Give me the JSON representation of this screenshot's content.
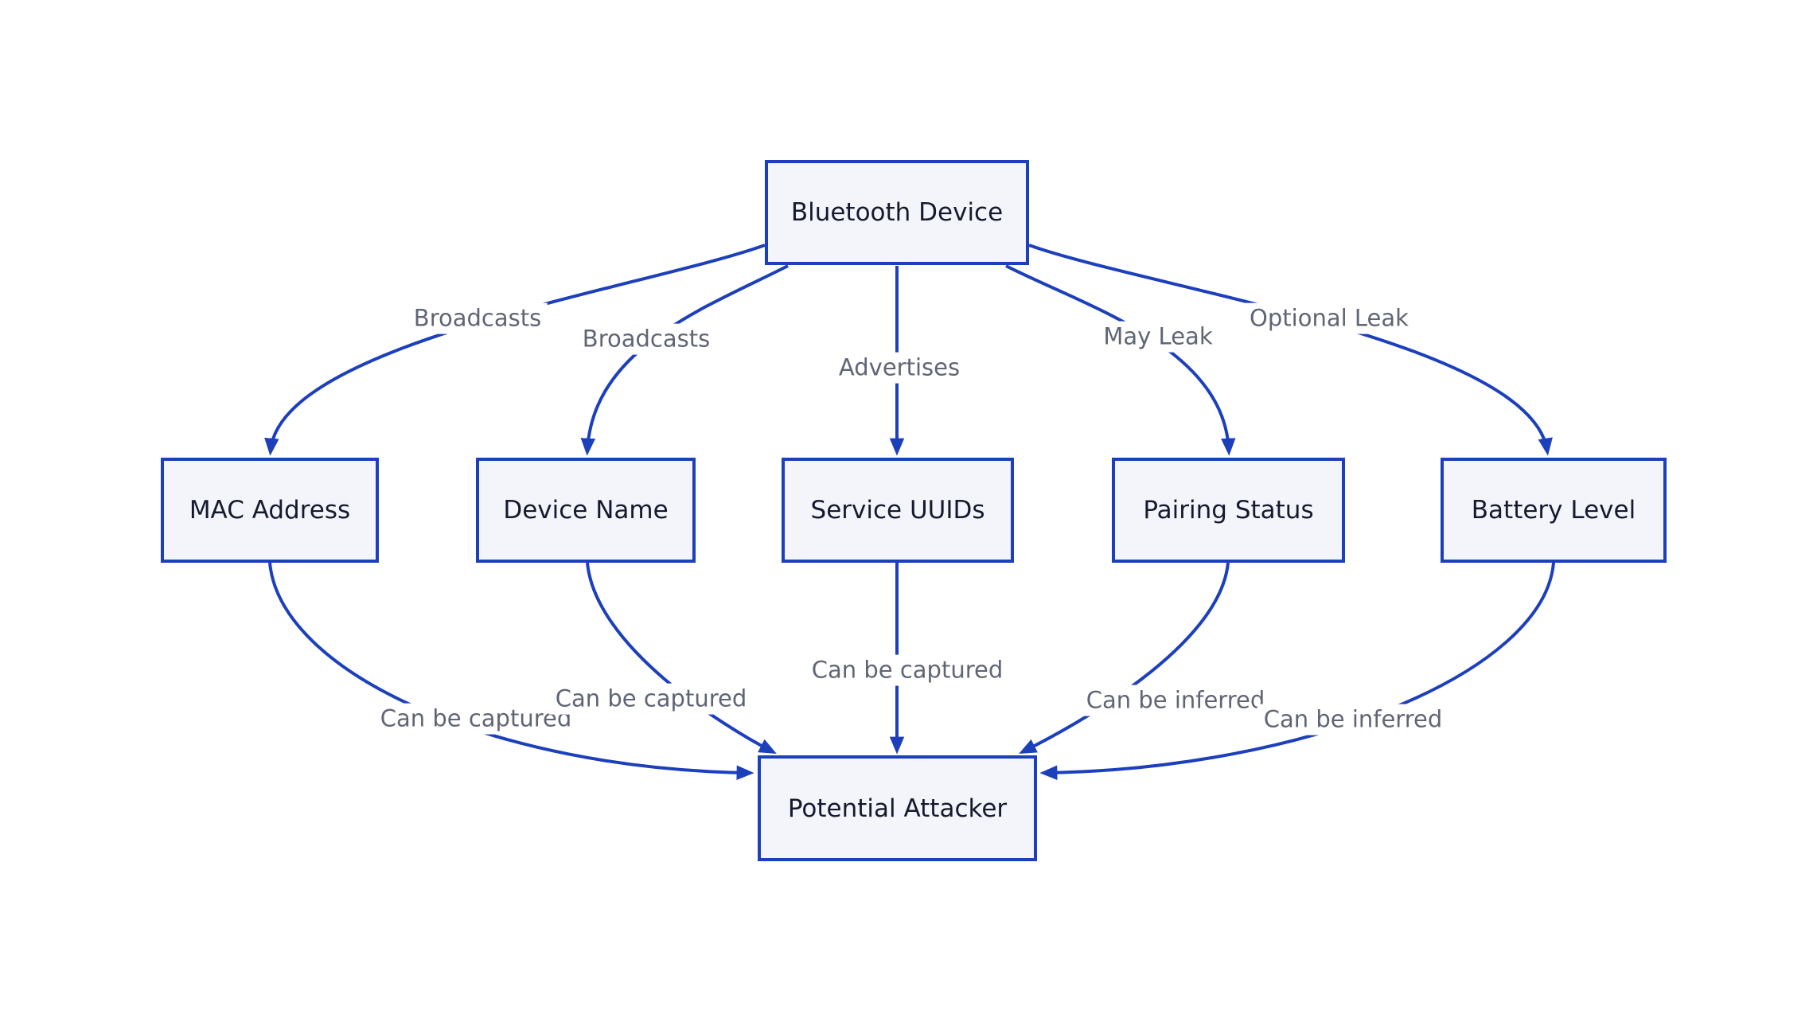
{
  "diagram": {
    "type": "flowchart",
    "background": "#ffffff",
    "colors": {
      "node_fill": "#f3f5fb",
      "node_border": "#1c3fbc",
      "edge_line": "#1c3fbc",
      "node_text": "#161a2e",
      "edge_label_text": "#606575",
      "edge_label_background": "#ffffff"
    },
    "nodes": [
      {
        "id": "bluetooth_device",
        "label": "Bluetooth Device"
      },
      {
        "id": "mac_address",
        "label": "MAC Address"
      },
      {
        "id": "device_name",
        "label": "Device Name"
      },
      {
        "id": "service_uuids",
        "label": "Service UUIDs"
      },
      {
        "id": "pairing_status",
        "label": "Pairing Status"
      },
      {
        "id": "battery_level",
        "label": "Battery Level"
      },
      {
        "id": "potential_attacker",
        "label": "Potential Attacker"
      }
    ],
    "edges": [
      {
        "from": "bluetooth_device",
        "to": "mac_address",
        "label": "Broadcasts"
      },
      {
        "from": "bluetooth_device",
        "to": "device_name",
        "label": "Broadcasts"
      },
      {
        "from": "bluetooth_device",
        "to": "service_uuids",
        "label": "Advertises"
      },
      {
        "from": "bluetooth_device",
        "to": "pairing_status",
        "label": "May Leak"
      },
      {
        "from": "bluetooth_device",
        "to": "battery_level",
        "label": "Optional Leak"
      },
      {
        "from": "mac_address",
        "to": "potential_attacker",
        "label": "Can be captured"
      },
      {
        "from": "device_name",
        "to": "potential_attacker",
        "label": "Can be captured"
      },
      {
        "from": "service_uuids",
        "to": "potential_attacker",
        "label": "Can be captured"
      },
      {
        "from": "pairing_status",
        "to": "potential_attacker",
        "label": "Can be inferred"
      },
      {
        "from": "battery_level",
        "to": "potential_attacker",
        "label": "Can be inferred"
      }
    ]
  }
}
